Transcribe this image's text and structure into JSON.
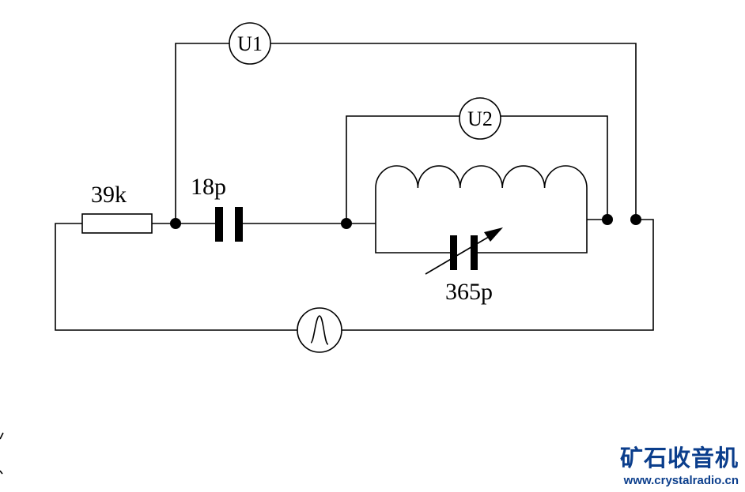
{
  "labels": {
    "resistor": "39k",
    "capacitor": "18p",
    "variable_capacitor": "365p",
    "meter1": "U1",
    "meter2": "U2"
  },
  "watermark": {
    "title": "矿石收音机",
    "url": "www.crystalradio.cn"
  },
  "colors": {
    "ink": "#000000",
    "brand": "#0b3e8c"
  },
  "icons": {
    "signal_source": "ac-source-icon",
    "variable_arrow": "arrow-icon"
  }
}
